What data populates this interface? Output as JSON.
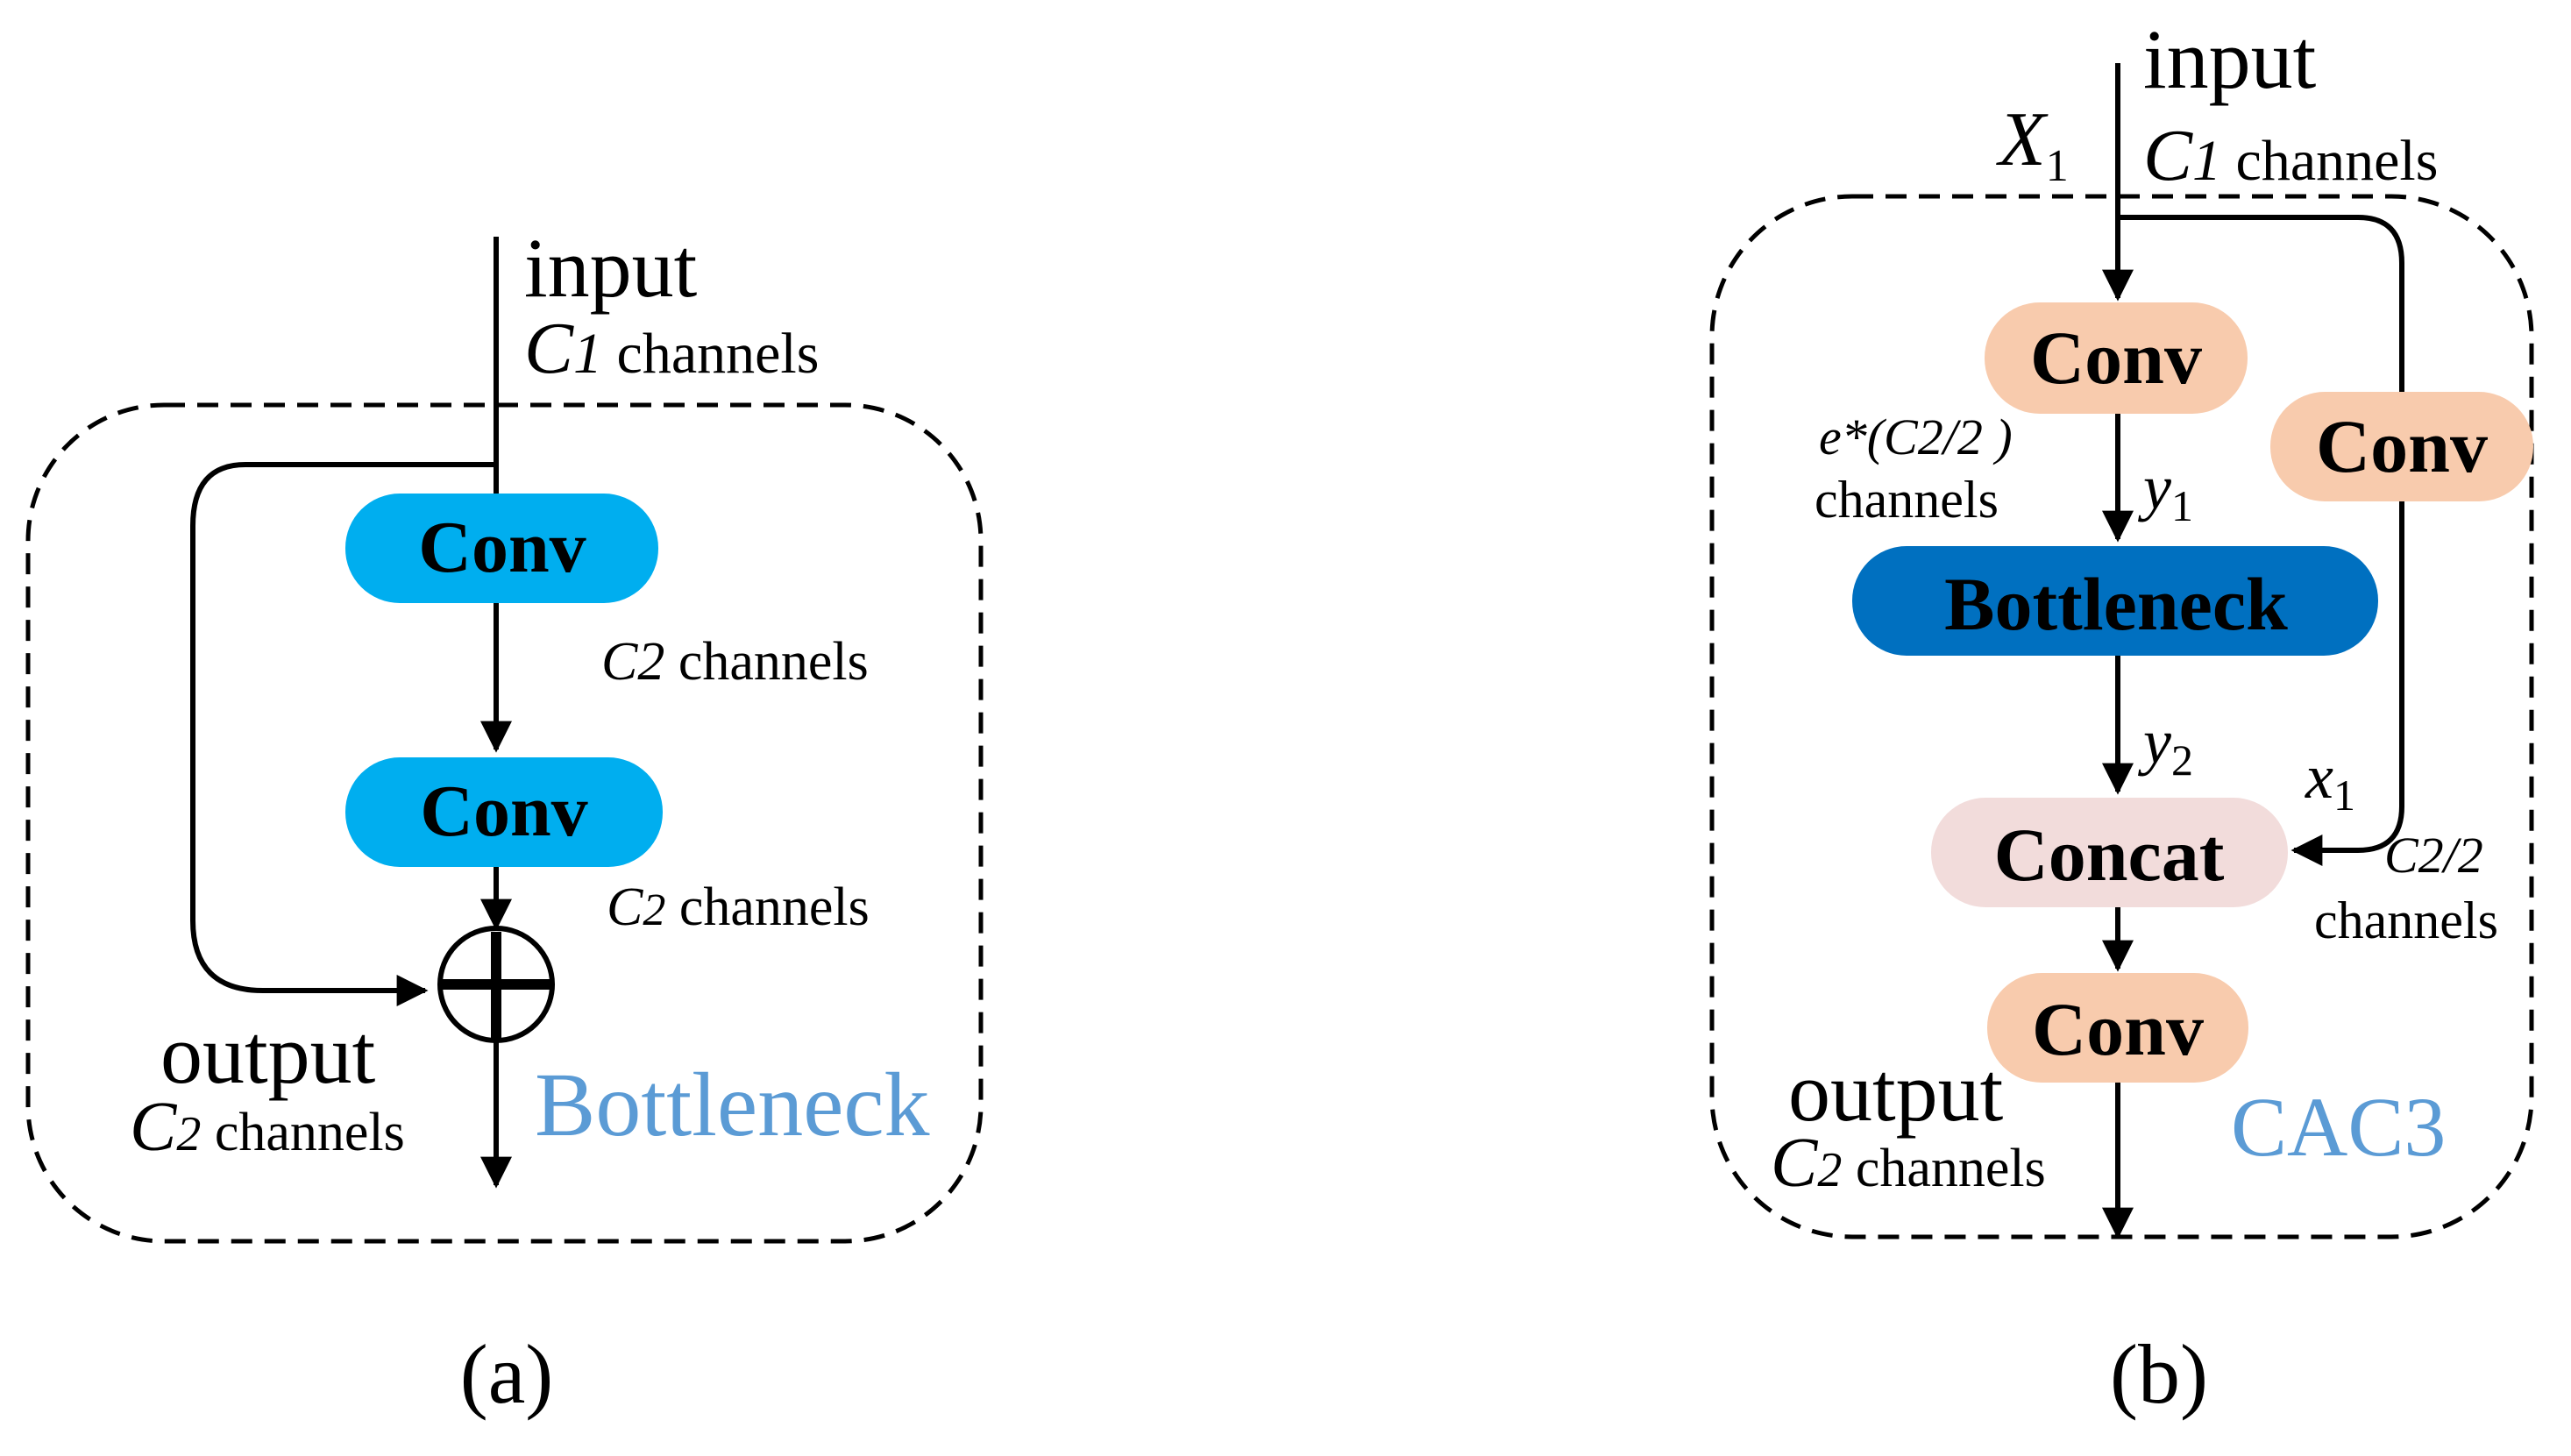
{
  "panel_a": {
    "input_label": "input",
    "input_channels_c": "C",
    "input_channels_sub": "1",
    "input_channels_word": " channels",
    "conv1_label": "Conv",
    "mid_channels_c": "C",
    "mid_channels_sub": "2",
    "mid_channels_word": " channels",
    "conv2_label": "Conv",
    "post_channels_c": "C",
    "post_channels_sub": "2",
    "post_channels_word": " channels",
    "output_label": "output",
    "output_channels_c": "C",
    "output_channels_sub": "2",
    "output_channels_word": " channels",
    "block_name": "Bottleneck",
    "caption": "(a)"
  },
  "panel_b": {
    "input_label": "input",
    "input_channels_c": "C",
    "input_channels_sub": "1",
    "input_channels_word": " channels",
    "x1_upper": "X",
    "x1_upper_sub": "1",
    "conv_main_label": "Conv",
    "conv_side_label": "Conv",
    "e_channels_top": "e*(C2/2 )",
    "e_channels_bottom": "channels",
    "y1": "y",
    "y1_sub": "1",
    "bottleneck_label": "Bottleneck",
    "y2": "y",
    "y2_sub": "2",
    "x1_lower": "x",
    "x1_lower_sub": "1",
    "concat_label": "Concat",
    "half_channels_top": "C2/2",
    "half_channels_bottom": "channels",
    "conv_out_label": "Conv",
    "output_label": "output",
    "output_channels_c": "C",
    "output_channels_sub": "2",
    "output_channels_word": " channels",
    "block_name": "CAC3",
    "caption": "(b)"
  },
  "colors": {
    "conv_blue": "#00aeef",
    "bottleneck_blue": "#0070c0",
    "conv_peach": "#f8cbad",
    "concat_pink": "#f2dcdb",
    "label_blue": "#5b9bd5",
    "line": "#000000"
  }
}
